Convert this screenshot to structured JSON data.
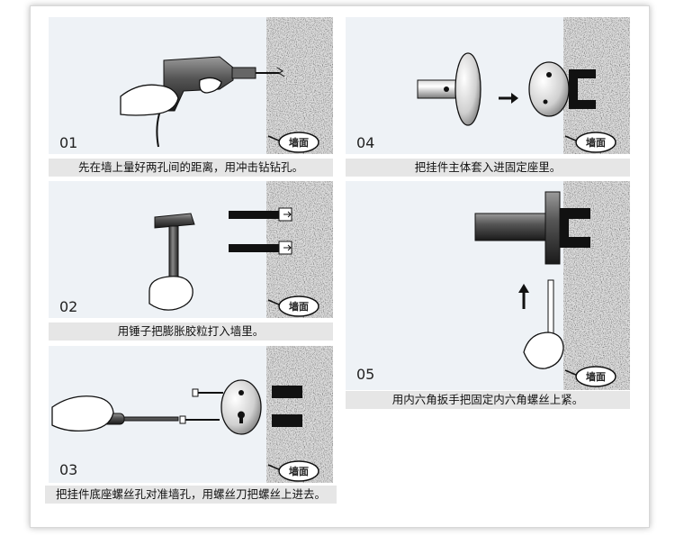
{
  "wall_label": "墙面",
  "steps": [
    {
      "number": "01",
      "caption": "先在墙上量好两孔间的距离，用冲击钻钻孔。"
    },
    {
      "number": "02",
      "caption": "用锤子把膨胀胶粒打入墙里。"
    },
    {
      "number": "03",
      "caption": "把挂件底座螺丝孔对准墙孔，用螺丝刀把螺丝上进去。"
    },
    {
      "number": "04",
      "caption": "把挂件主体套入进固定座里。"
    },
    {
      "number": "05",
      "caption": "用内六角扳手把固定内六角螺丝上紧。"
    }
  ],
  "colors": {
    "panel_bg": "#eef2f6",
    "caption_bg": "#e6e6e6",
    "wall_gray": "#cfcfcf"
  }
}
